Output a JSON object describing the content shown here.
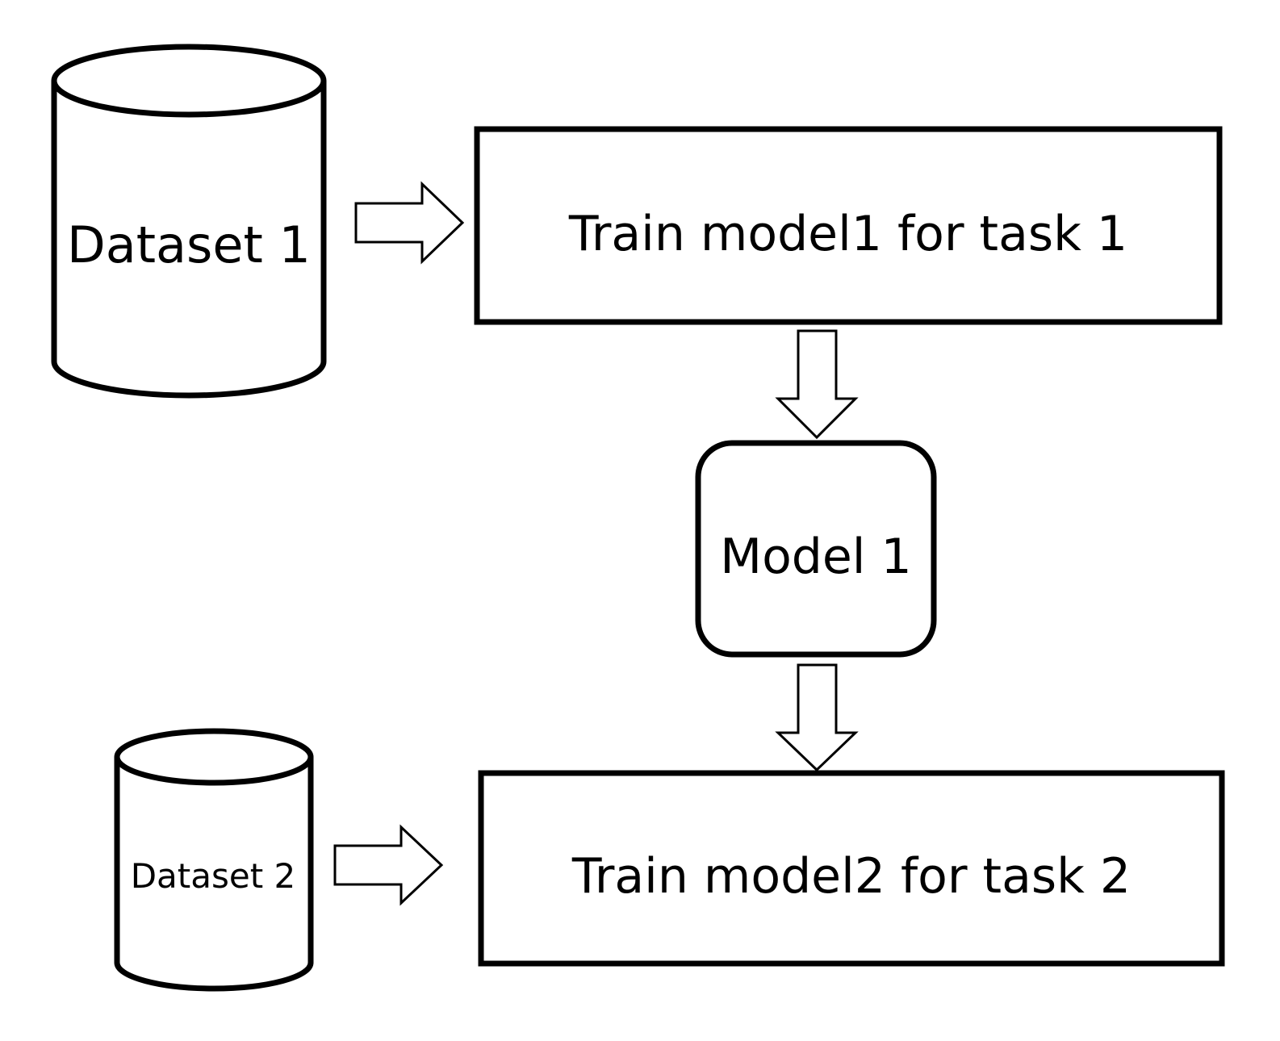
{
  "diagram": {
    "dataset1": {
      "label": "Dataset 1"
    },
    "dataset2": {
      "label": "Dataset 2"
    },
    "train_task1": {
      "label": "Train model1 for task 1"
    },
    "model1": {
      "label": "Model 1"
    },
    "train_task2": {
      "label": "Train model2 for task 2"
    }
  },
  "colors": {
    "stroke": "#000000",
    "fill": "#ffffff",
    "background": "#ffffff"
  }
}
